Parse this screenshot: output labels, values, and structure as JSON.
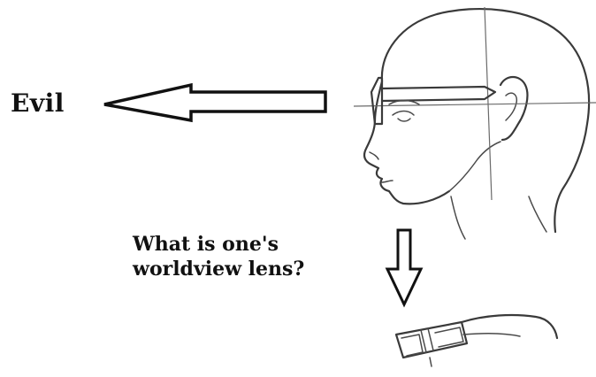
{
  "labels": {
    "left_word": "Evil",
    "question_line_1": "What is one's",
    "question_line_2": "worldview lens?"
  },
  "icons": {
    "head": "head-profile-sketch-icon",
    "left_arrow": "arrow-left-icon",
    "down_arrow": "arrow-down-icon",
    "glasses": "glasses-icon"
  },
  "colors": {
    "text": "#111111",
    "arrow_outline": "#111111",
    "sketch_line": "#4a4a4a",
    "background": "#ffffff"
  }
}
